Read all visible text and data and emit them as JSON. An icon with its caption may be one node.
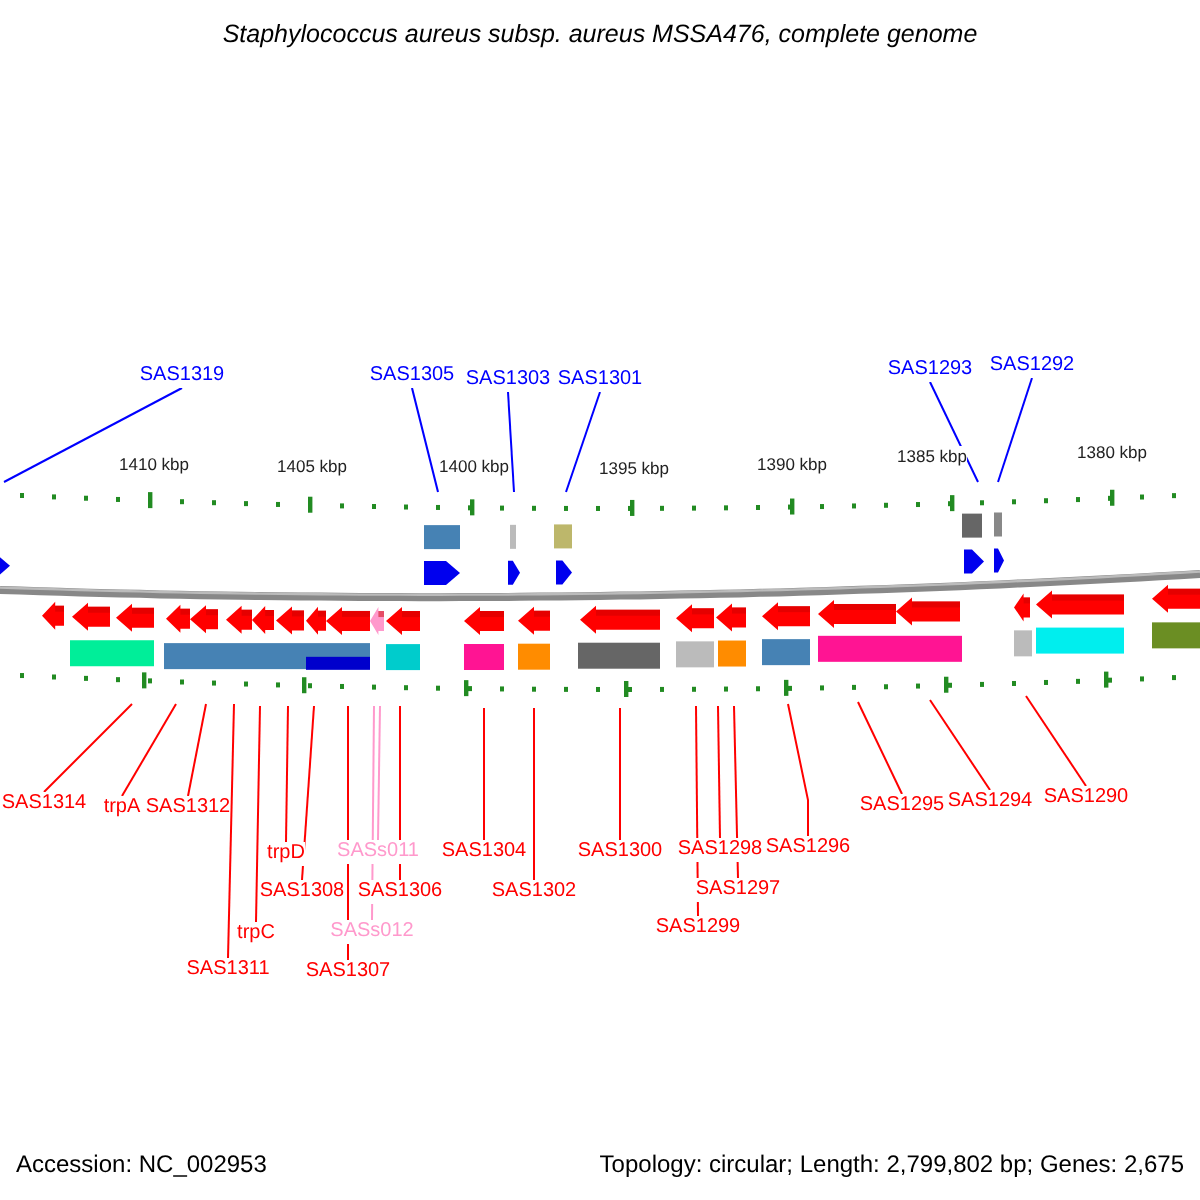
{
  "diagram": {
    "title": "Staphylococcus aureus subsp. aureus MSSA476, complete genome",
    "nodes": [
      {
        "text": [
          "SAS1319"
        ]
      },
      {
        "text": [
          "SAS1305"
        ]
      },
      {
        "text": [
          "SAS1303"
        ]
      },
      {
        "text": [
          "SAS1301"
        ]
      },
      {
        "text": [
          "SAS1293"
        ]
      },
      {
        "text": [
          "SAS1292"
        ]
      },
      {
        "text": [
          "SAS1314"
        ]
      },
      {
        "text": [
          "trpA"
        ]
      },
      {
        "text": [
          "SAS1312"
        ]
      },
      {
        "text": [
          "SAS1311"
        ]
      },
      {
        "text": [
          "trpC"
        ]
      },
      {
        "text": [
          "trpD"
        ]
      },
      {
        "text": [
          "SAS1308"
        ]
      },
      {
        "text": [
          "SASs011"
        ]
      },
      {
        "text": [
          "SASs012"
        ]
      },
      {
        "text": [
          "SAS1307"
        ]
      },
      {
        "text": [
          "SAS1306"
        ]
      },
      {
        "text": [
          "SAS1304"
        ]
      },
      {
        "text": [
          "SAS1302"
        ]
      },
      {
        "text": [
          "SAS1300"
        ]
      },
      {
        "text": [
          "SAS1299"
        ]
      },
      {
        "text": [
          "SAS1298"
        ]
      },
      {
        "text": [
          "SAS1297"
        ]
      },
      {
        "text": [
          "SAS1296"
        ]
      },
      {
        "text": [
          "SAS1295"
        ]
      },
      {
        "text": [
          "SAS1294"
        ]
      },
      {
        "text": [
          "SAS1290"
        ]
      }
    ],
    "edges": [
      {
        "from": 0,
        "to": null,
        "arrow": "none",
        "color": "#0000ff"
      },
      {
        "from": 1,
        "to": null,
        "arrow": "none",
        "color": "#0000ff"
      },
      {
        "from": 2,
        "to": null,
        "arrow": "none",
        "color": "#0000ff"
      },
      {
        "from": 3,
        "to": null,
        "arrow": "none",
        "color": "#0000ff"
      },
      {
        "from": 4,
        "to": null,
        "arrow": "none",
        "color": "#0000ff"
      },
      {
        "from": 5,
        "to": null,
        "arrow": "none",
        "color": "#0000ff"
      },
      {
        "from": 6,
        "to": null,
        "arrow": "none"
      },
      {
        "from": 7,
        "to": null,
        "arrow": "none"
      },
      {
        "from": 8,
        "to": null,
        "arrow": "none"
      },
      {
        "from": 9,
        "to": null,
        "arrow": "none"
      },
      {
        "from": 10,
        "to": null,
        "arrow": "none"
      },
      {
        "from": 11,
        "to": null,
        "arrow": "none"
      },
      {
        "from": 12,
        "to": null,
        "arrow": "none"
      },
      {
        "from": 13,
        "to": null,
        "arrow": "none",
        "color": "#ff99cc"
      },
      {
        "from": 14,
        "to": null,
        "arrow": "none",
        "color": "#ff99cc"
      },
      {
        "from": 15,
        "to": null,
        "arrow": "none"
      },
      {
        "from": 16,
        "to": null,
        "arrow": "none"
      },
      {
        "from": 17,
        "to": null,
        "arrow": "none"
      },
      {
        "from": 18,
        "to": null,
        "arrow": "none"
      },
      {
        "from": 19,
        "to": null,
        "arrow": "none"
      },
      {
        "from": 20,
        "to": null,
        "arrow": "none"
      },
      {
        "from": 21,
        "to": null,
        "arrow": "none"
      },
      {
        "from": 22,
        "to": null,
        "arrow": "none"
      },
      {
        "from": 23,
        "to": null,
        "arrow": "none"
      },
      {
        "from": 24,
        "to": null,
        "arrow": "none"
      },
      {
        "from": 25,
        "to": null,
        "arrow": "none"
      },
      {
        "from": 26,
        "to": null,
        "arrow": "none"
      }
    ],
    "labels": [
      "1410 kbp",
      "1405 kbp",
      "1400 kbp",
      "1395 kbp",
      "1390 kbp",
      "1385 kbp",
      "1380 kbp",
      "Accession: NC_002953",
      "Topology: circular; Length: 2,799,802 bp; Genes: 2,675"
    ]
  }
}
